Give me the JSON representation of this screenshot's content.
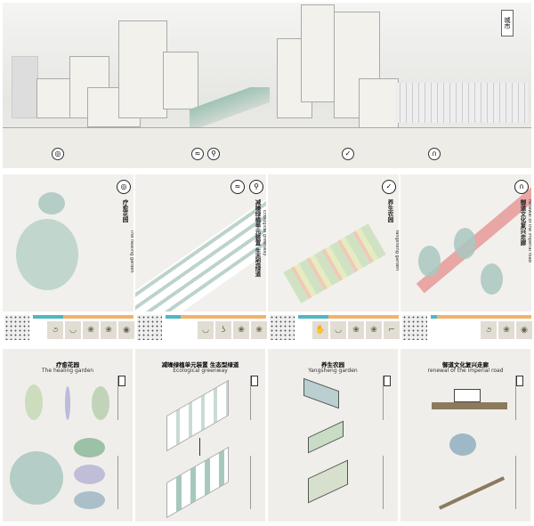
{
  "top": {
    "city_label": "城市",
    "icons": [
      "healing-icon",
      "noise-reduction-icon",
      "plant-icon",
      "farm-icon",
      "gate-icon"
    ]
  },
  "panels": [
    {
      "title": "疗愈花园",
      "subtitle": "The healing garden",
      "icon": "healing-icon",
      "progress": 0.3
    },
    {
      "title": "减噪绿植单元装置 生态型绿道",
      "subtitle": "Ecological greenway",
      "icon": "noise-reduction-icon",
      "progress": 0.15
    },
    {
      "title": "养生农园",
      "subtitle": "Yangsheng garden",
      "icon": "farm-icon",
      "progress": 0.3
    },
    {
      "title": "御道文化复兴走廊",
      "subtitle": "renewal of the imperial road",
      "icon": "gate-icon",
      "progress": 0.06
    }
  ],
  "colors": {
    "teal": "#4fb7bf",
    "orange": "#f3b26a",
    "paper": "#f0eeea"
  }
}
